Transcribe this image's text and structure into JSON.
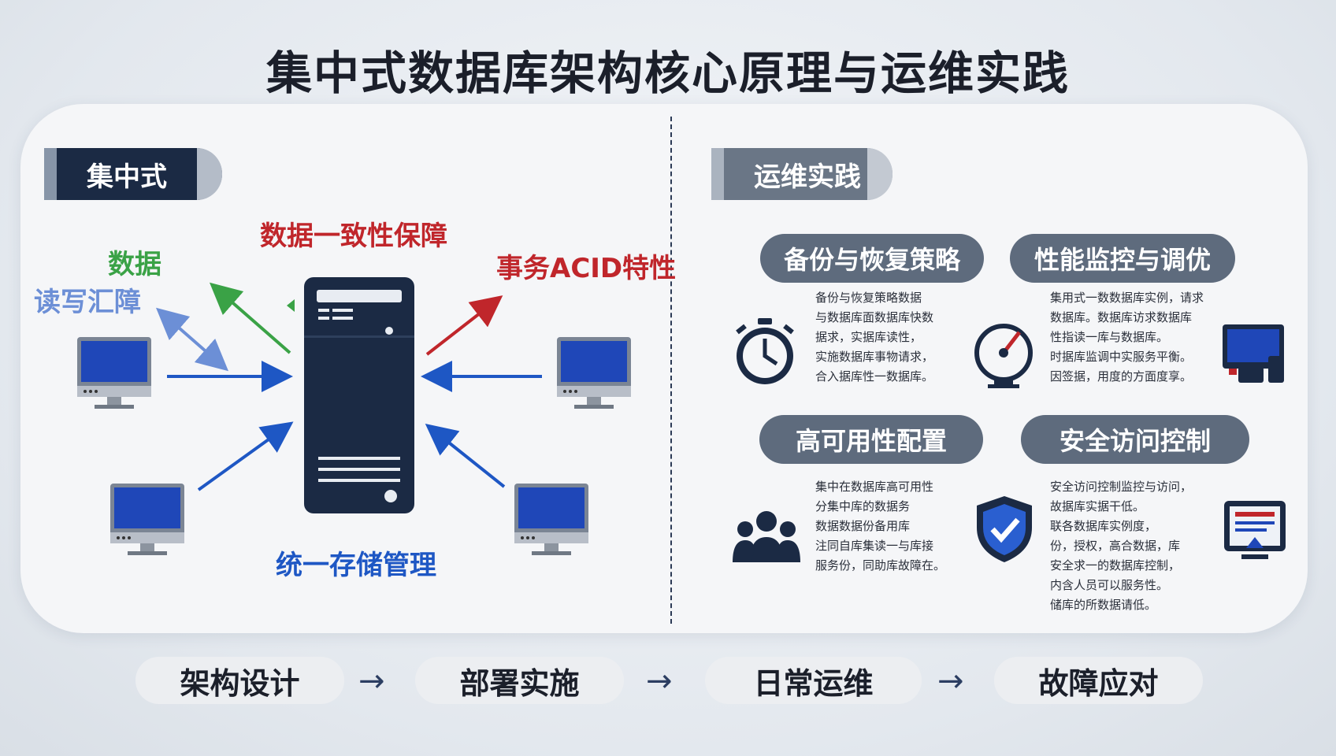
{
  "title": "集中式数据库架构核心原理与运维实践",
  "left": {
    "tag": "集中式",
    "labels": {
      "consistency": "数据一致性保障",
      "data": "数据",
      "fault": "读写汇障",
      "acid": "事务ACID特性",
      "storage": "统一存储管理"
    }
  },
  "right": {
    "tag": "运维实践",
    "cards": [
      {
        "title": "备份与恢复策略",
        "icon": "stopwatch-icon",
        "lines": [
          "备份与恢复策略数据",
          "与数据库面数据库快数",
          "据求，实据库读性，",
          "实施数据库事物请求，",
          "合入据库性一数据库。"
        ]
      },
      {
        "title": "性能监控与调优",
        "icon": "gauge-icon",
        "lines": [
          "集用式一数数据库实例，请求",
          "数据库。数据库访求数据库",
          "性指读一库与数据库。",
          "时据库监调中实服务平衡。",
          "因签据，用度的方面度享。"
        ]
      },
      {
        "title": "高可用性配置",
        "icon": "team-icon",
        "lines": [
          "集中在数据库高可用性",
          "分集中库的数据务",
          "数据数据份备用库",
          "注同自库集读一与库接",
          "服务份，同助库故障在。"
        ]
      },
      {
        "title": "安全访问控制",
        "icon": "shield-check-icon",
        "lines": [
          "安全访问控制监控与访问，",
          "故据库实据干低。",
          "联各数据库实例度，",
          "份，授权，高合数据，库",
          "安全求一的数据库控制，",
          "内含人员可以服务性。",
          "储库的所数据请低。"
        ]
      }
    ]
  },
  "flow": {
    "steps": [
      "架构设计",
      "部署实施",
      "日常运维",
      "故障应对"
    ],
    "arrow": "→"
  },
  "colors": {
    "navy": "#1b2a44",
    "slate": "#5e6b7d",
    "red": "#c0262b",
    "green": "#3aa246",
    "blue": "#1e57c4",
    "screen": "#1f47b8"
  }
}
